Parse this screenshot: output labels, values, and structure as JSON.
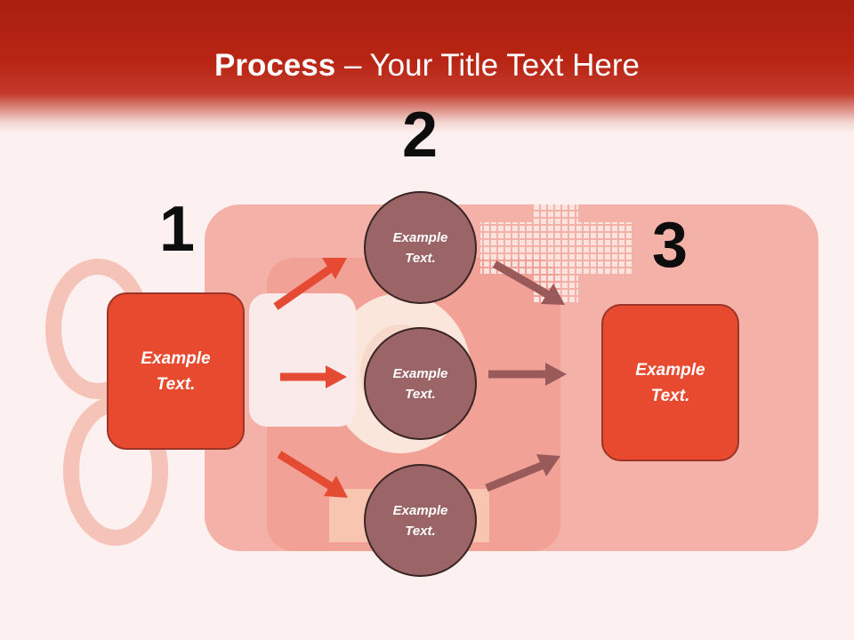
{
  "title": {
    "bold": "Process",
    "rest": " – Your Title Text Here"
  },
  "steps": [
    {
      "number": "1",
      "label": "Example Text."
    },
    {
      "number": "2",
      "label": "Example Text."
    },
    {
      "number": "3",
      "label": "Example Text."
    }
  ],
  "circles": [
    {
      "label": "Example Text."
    },
    {
      "label": "Example Text."
    },
    {
      "label": "Example Text."
    }
  ],
  "colors": {
    "header": "#b82413",
    "box_fill": "#e84a30",
    "circle_fill": "#9b6567",
    "arrow_in": "#e54a33",
    "arrow_out": "#9b5a5a"
  }
}
